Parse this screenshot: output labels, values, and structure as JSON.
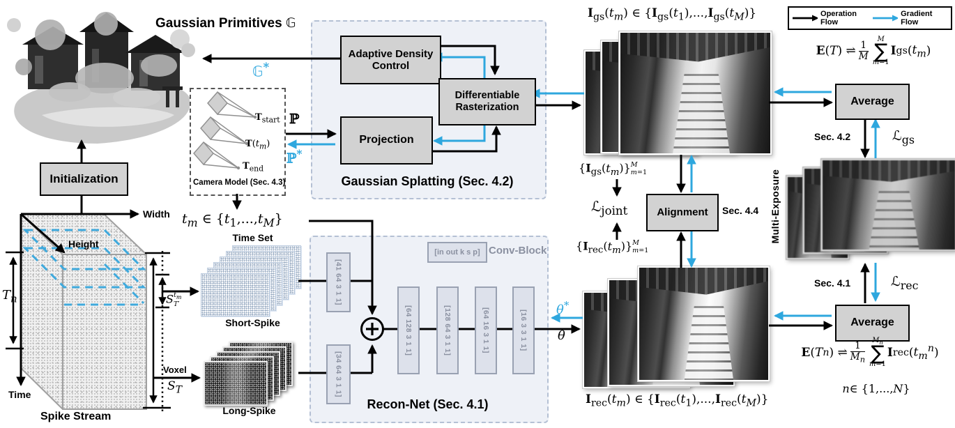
{
  "colors": {
    "accent_blue": "#2EA7DE",
    "box_fill": "#d2d2d2",
    "panel_fill": "#eef1f7",
    "panel_border": "#b4c0d4",
    "conv_fill": "#dde1eb",
    "conv_text": "#8a90a0"
  },
  "legend": {
    "operation_flow": "Operation Flow",
    "gradient_flow": "Gradient Flow"
  },
  "top_left": {
    "title_html": "Gaussian Primitives <span class='bbg'>&#120126;</span>",
    "g_star_html": "<span class='bbg'>&#120126;</span><sup>*</sup>",
    "initialization": "Initialization"
  },
  "camera_model": {
    "caption": "Camera Model (Sec. 4.3)",
    "t_start_html": "<b>T</b><sub>start</sub>",
    "t_mid_html": "<b>T</b>(<i>t<sub>m</sub></i>)",
    "t_end_html": "<b>T</b><sub>end</sub>",
    "p_html": "&#8473;",
    "p_star_html": "&#8473;<sup>*</sup>"
  },
  "gaussian_splatting": {
    "caption": "Gaussian Splatting (Sec. 4.2)",
    "adaptive_density_control": "Adaptive Density Control",
    "differentiable_rasterization": "Differentiable Rasterization",
    "projection": "Projection"
  },
  "time_set": {
    "eq_html": "<i>t<sub>m</sub></i> &#8712; {<i>t</i><sub>1</sub>,...,<i>t<sub>M</sub></i>}",
    "label": "Time Set"
  },
  "spike_stream": {
    "caption": "Spike Stream",
    "axis_width": "Width",
    "axis_height": "Height",
    "axis_time": "Time",
    "tn_html": "<span class='cal'>T</span><sub><i>n</i></sub>",
    "s_short_html": "<span class='cal'>S</span><span class='supsub'><span><i>t<sub>m</sub></i></span><span><span class='cal'>T</span>&#8242;</span></span>",
    "voxel_label": "Voxel",
    "s_long_html": "<span class='cal'>S</span><sub><span class='cal'>T</span></sub>",
    "short_spike_label": "Short-Spike",
    "long_spike_label": "Long-Spike"
  },
  "recon_net": {
    "caption": "Recon-Net (Sec. 4.1)",
    "conv_legend_box": "[in out k s p]",
    "conv_legend_label": "Conv-Block",
    "conv_in_top": "[41 64 3 1 1]",
    "conv_in_bottom": "[34 64 3 1 1]",
    "conv_chain": [
      "[64 128 3 1 1]",
      "[128 64 3 1 1]",
      "[64 16 3 1 1]",
      "[16 3 3 1 1]"
    ],
    "theta_html": "<i>&#952;</i>",
    "theta_star_html": "<i>&#952;</i><sup>*</sup>"
  },
  "gs_branch": {
    "set_eq_html": "<b>I</b><sub>gs</sub>(<i>t<sub>m</sub></i>) &#8712; {<b>I</b><sub>gs</sub>(<i>t</i><sub>1</sub>),...,<b>I</b><sub>gs</sub>(<i>t<sub>M</sub></i>)}",
    "avg_eq_html": "<b>E</b>(<span class='cal'>T</span>) &#8652; <span class='frac'><span>1</span><span><i>M</i></span></span><span class='sum'><span><i>M</i></span><span class='sig'>&#8721;</span><span><i>m</i>=1</span></span> <b>I</b><sub>gs</sub>(<i>t<sub>m</sub></i>)",
    "average": "Average",
    "sec": "Sec. 4.2",
    "loss_html": "&#8466;<sub>gs</sub>",
    "family_html": "{<b>I</b><sub>gs</sub>(<i>t<sub>m</sub></i>)}<span class='supsub'><span><i>M</i></span><span><i>m</i>=1</span></span>"
  },
  "alignment": {
    "label": "Alignment",
    "sec": "Sec. 4.4",
    "joint_loss_html": "&#8466;<sub>joint</sub>",
    "multi_exposure": "Multi-Exposure"
  },
  "rec_branch": {
    "set_eq_html": "<b>I</b><sub>rec</sub>(<i>t<sub>m</sub></i>) &#8712; {<b>I</b><sub>rec</sub>(<i>t</i><sub>1</sub>),...,<b>I</b><sub>rec</sub>(<i>t<sub>M</sub></i>)}",
    "avg_eq_html": "<b>E</b>(<span class='cal'>T</span><sub><i>n</i></sub>) &#8652; <span class='frac'><span>1</span><span><i>M<sub>n</sub></i></span></span><span class='sum'><span><i>M<sub>n</sub></i></span><span class='sig'>&#8721;</span><span><i>m</i>=1</span></span> <b>I</b><sub>rec</sub>(<i>t<sub>m</sub><sup>n</sup></i>)",
    "n_set_html": "<i>n</i> &#8712; {1,...,<i>N</i>}",
    "average": "Average",
    "sec": "Sec. 4.1",
    "loss_html": "&#8466;<sub>rec</sub>",
    "family_html": "{<b>I</b><sub>rec</sub>(<i>t<sub>m</sub></i>)}<span class='supsub'><span><i>M</i></span><span><i>m</i>=1</span></span>"
  }
}
